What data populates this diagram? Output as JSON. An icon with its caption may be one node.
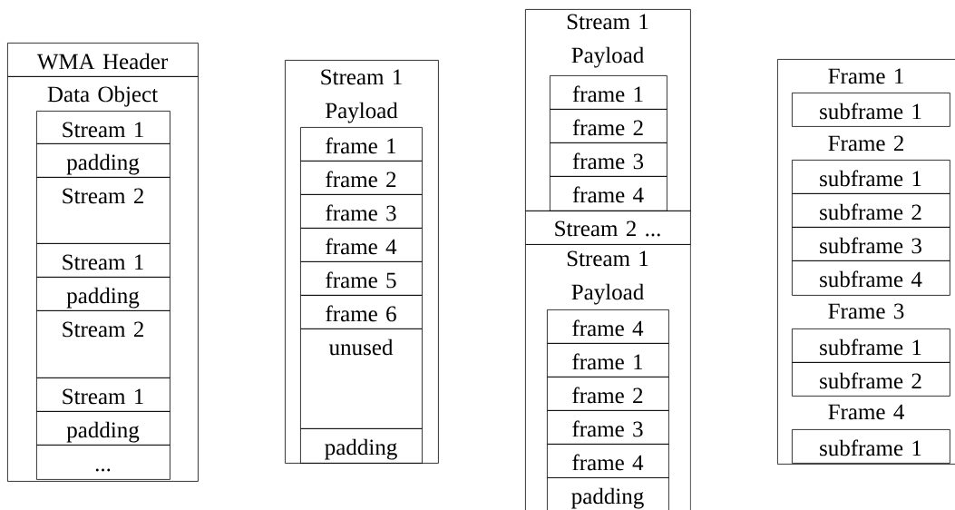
{
  "diagram": {
    "nodes": [
      {
        "text": [
          "WMA Header"
        ]
      },
      {
        "text": [
          "Data Object"
        ]
      },
      {
        "text": [
          "Stream 1"
        ],
        "in": 1
      },
      {
        "text": [
          "padding"
        ],
        "in": 1
      },
      {
        "text": [
          "Stream 2"
        ],
        "in": 1
      },
      {
        "text": [
          "Stream 1"
        ],
        "in": 1
      },
      {
        "text": [
          "padding"
        ],
        "in": 1
      },
      {
        "text": [
          "Stream 2"
        ],
        "in": 1
      },
      {
        "text": [
          "Stream 1"
        ],
        "in": 1
      },
      {
        "text": [
          "padding"
        ],
        "in": 1
      },
      {
        "text": [
          "..."
        ],
        "in": 1
      },
      {
        "text": [
          "Stream 1 Payload"
        ]
      },
      {
        "text": [
          "frame 1"
        ],
        "in": 11
      },
      {
        "text": [
          "frame 2"
        ],
        "in": 11
      },
      {
        "text": [
          "frame 3"
        ],
        "in": 11
      },
      {
        "text": [
          "frame 4"
        ],
        "in": 11
      },
      {
        "text": [
          "frame 5"
        ],
        "in": 11
      },
      {
        "text": [
          "frame 6"
        ],
        "in": 11
      },
      {
        "text": [
          "unused"
        ],
        "in": 11
      },
      {
        "text": [
          "padding"
        ],
        "in": 11
      },
      {
        "text": [
          "Stream 1 Payload"
        ]
      },
      {
        "text": [
          "frame 1"
        ],
        "in": 20
      },
      {
        "text": [
          "frame 2"
        ],
        "in": 20
      },
      {
        "text": [
          "frame 3"
        ],
        "in": 20
      },
      {
        "text": [
          "frame 4"
        ],
        "in": 20
      },
      {
        "text": [
          "Stream 2 ..."
        ]
      },
      {
        "text": [
          "Stream 1 Payload"
        ]
      },
      {
        "text": [
          "frame 4"
        ],
        "in": 26
      },
      {
        "text": [
          "frame 1"
        ],
        "in": 26
      },
      {
        "text": [
          "frame 2"
        ],
        "in": 26
      },
      {
        "text": [
          "frame 3"
        ],
        "in": 26
      },
      {
        "text": [
          "frame 4"
        ],
        "in": 26
      },
      {
        "text": [
          "padding"
        ],
        "in": 26
      },
      {
        "text": [
          "Frame 1",
          "Frame 2",
          "Frame 3",
          "Frame 4"
        ]
      },
      {
        "text": [
          "subframe 1"
        ],
        "in": 33
      },
      {
        "text": [
          "subframe 1"
        ],
        "in": 33
      },
      {
        "text": [
          "subframe 2"
        ],
        "in": 33
      },
      {
        "text": [
          "subframe 3"
        ],
        "in": 33
      },
      {
        "text": [
          "subframe 4"
        ],
        "in": 33
      },
      {
        "text": [
          "subframe 1"
        ],
        "in": 33
      },
      {
        "text": [
          "subframe 2"
        ],
        "in": 33
      },
      {
        "text": [
          "subframe 1"
        ],
        "in": 33
      }
    ],
    "edges": []
  }
}
